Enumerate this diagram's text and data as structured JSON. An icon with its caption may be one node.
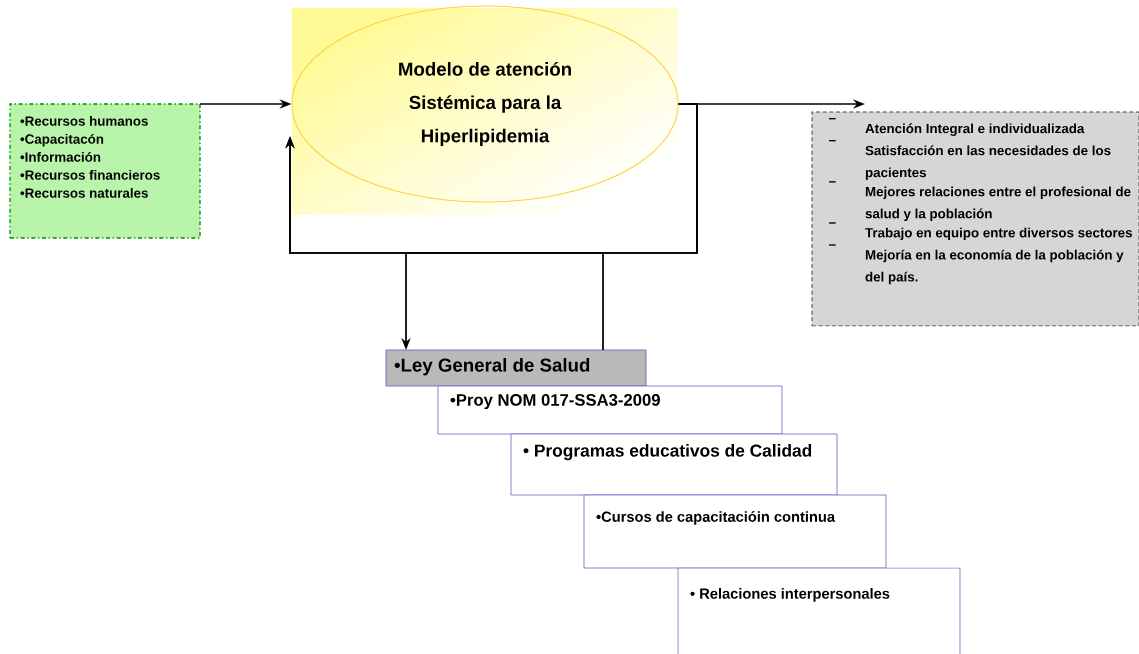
{
  "diagram": {
    "nodes": [
      {
        "text": [
          "•Recursos humanos",
          "•Capacitacón",
          "•Información",
          "•Recursos financieros",
          "•Recursos naturales"
        ]
      },
      {
        "text": [
          "Modelo de atención Sistémica para la Hiperlipidemia"
        ]
      },
      {
        "text": [
          "Atención Integral e individualizada",
          "Satisfacción en las necesidades de los pacientes",
          "Mejores relaciones entre el profesional de salud y la población",
          "Trabajo en equipo entre diversos sectores",
          "Mejoría en la economía de la población y del país."
        ]
      },
      {
        "text": [
          "•Ley General de Salud"
        ]
      },
      {
        "text": [
          "•Proy NOM 017-SSA3-2009"
        ]
      },
      {
        "text": [
          "• Programas educativos de Calidad"
        ]
      },
      {
        "text": [
          "•Cursos de capacitacióin continua"
        ]
      },
      {
        "text": [
          "• Relaciones interpersonales"
        ]
      }
    ],
    "edges": [
      {
        "from": 0,
        "to": 1,
        "arrow": "to"
      },
      {
        "from": 1,
        "to": 2,
        "arrow": "to"
      },
      {
        "from": 1,
        "to": 3,
        "arrow": "to"
      },
      {
        "from": 3,
        "to": 1,
        "arrow": "to"
      },
      {
        "from": 1,
        "to": 1,
        "arrow": "to"
      }
    ]
  }
}
